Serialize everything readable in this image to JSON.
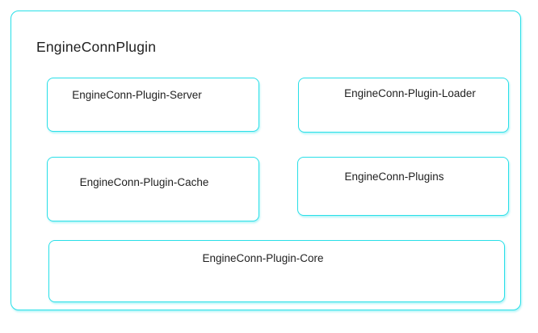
{
  "colors": {
    "border": "#29dfe8",
    "glow": "rgba(41, 223, 232, 0.35)",
    "text": "#1f1f1f",
    "canvas": "#ffffff"
  },
  "diagram": {
    "container": {
      "label": "EngineConnPlugin"
    },
    "nodes": [
      {
        "id": "engineconn-plugin-server",
        "label": "EngineConn-Plugin-Server"
      },
      {
        "id": "engineconn-plugin-loader",
        "label": "EngineConn-Plugin-Loader"
      },
      {
        "id": "engineconn-plugin-cache",
        "label": "EngineConn-Plugin-Cache"
      },
      {
        "id": "engineconn-plugins",
        "label": "EngineConn-Plugins"
      },
      {
        "id": "engineconn-plugin-core",
        "label": "EngineConn-Plugin-Core"
      }
    ]
  }
}
